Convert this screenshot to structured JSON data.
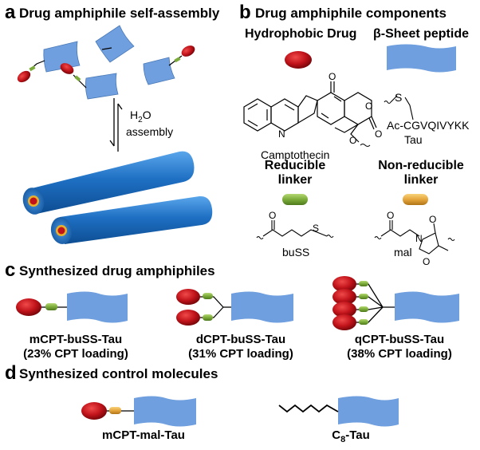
{
  "colors": {
    "drug_red": "#c0131a",
    "peptide_blue": "#6f9fde",
    "fiber_blue": "#1e6fc3",
    "linker_green": "#7bab3a",
    "linker_orange": "#e5a53c"
  },
  "panel_a": {
    "letter": "a",
    "title": "Drug amphiphile self-assembly",
    "arrow_label_h2o": "H",
    "arrow_label_sub": "2",
    "arrow_label_o": "O",
    "arrow_label_2": "assembly"
  },
  "panel_b": {
    "letter": "b",
    "title": "Drug amphiphile components",
    "hydrophobic_drug": "Hydrophobic Drug",
    "beta_sheet": "β-Sheet peptide",
    "camptothecin": "Camptothecin",
    "peptide_seq": "Ac-CGVQIVYKK",
    "peptide_s": "S",
    "tau": "Tau",
    "reducible_l1": "Reducible",
    "reducible_l2": "linker",
    "nonreducible_l1": "Non-reducible",
    "nonreducible_l2": "linker",
    "buss": "buSS",
    "mal": "mal",
    "atom_o": "O",
    "atom_n": "N",
    "atom_s": "S"
  },
  "panel_c": {
    "letter": "c",
    "title": "Synthesized drug amphiphiles",
    "molecules": [
      {
        "name": "mCPT-buSS-Tau",
        "loading": "(23% CPT loading)"
      },
      {
        "name": "dCPT-buSS-Tau",
        "loading": "(31% CPT loading)"
      },
      {
        "name": "qCPT-buSS-Tau",
        "loading": "(38% CPT loading)"
      }
    ]
  },
  "panel_d": {
    "letter": "d",
    "title": "Synthesized control molecules",
    "mcpt_mal": "mCPT-mal-Tau",
    "c8_prefix": "C",
    "c8_sub": "8",
    "c8_suffix": "-Tau"
  }
}
